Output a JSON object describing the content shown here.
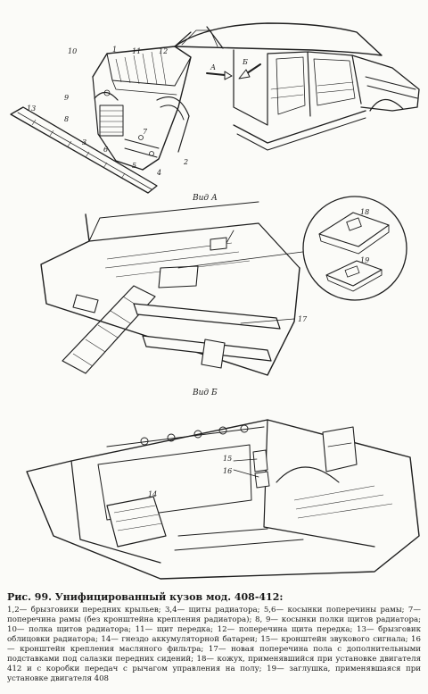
{
  "figure": {
    "view_a_label": "Вид А",
    "view_b_label": "Вид Б",
    "arrow_a": "А",
    "arrow_b": "Б",
    "callouts": [
      "1",
      "2",
      "3",
      "4",
      "5",
      "6",
      "7",
      "8",
      "9",
      "10",
      "11",
      "12",
      "13",
      "14",
      "15",
      "16",
      "17",
      "18",
      "19"
    ]
  },
  "caption": {
    "title": "Рис. 99. Унифицированный кузов мод. 408-412:",
    "text": "1,2— брызговики передних крыльев; 3,4— щиты радиатора; 5,6— косынки поперечины рамы; 7— поперечина рамы (без кронштейна крепления радиатора); 8, 9— косынки полки щитов радиатора; 10— полка щитов радиатора; 11— щит передка; 12— поперечина щита передка; 13— брызговик облицовки радиатора; 14— гнездо аккумуляторной батареи; 15— кронштейн звукового сигнала; 16— кронштейн крепления масляного фильтра; 17— новая поперечина пола с дополнительными подставками под салазки передних сидений; 18— кожух, применявшийся при установке двигателя 412 и с коробки передач с рычагом управления на полу; 19— заглушка, применявшаяся при установке двигателя 408"
  }
}
